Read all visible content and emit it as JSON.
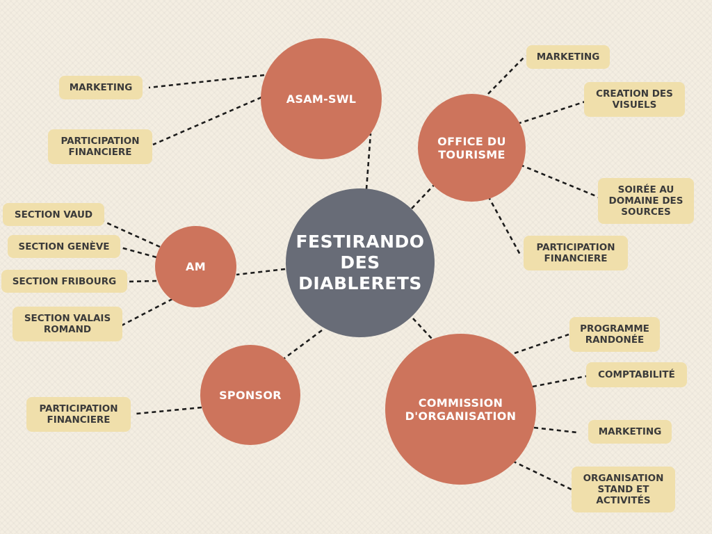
{
  "center": {
    "label": "FESTIRANDO\nDES\nDIABLERETS"
  },
  "hubs": {
    "asam": {
      "label": "ASAM-SWL"
    },
    "office": {
      "label": "OFFICE DU\nTOURISME"
    },
    "am": {
      "label": "AM"
    },
    "sponsor": {
      "label": "SPONSOR"
    },
    "commission": {
      "label": "COMMISSION\nD'ORGANISATION"
    }
  },
  "leaves": {
    "asam_marketing": "MARKETING",
    "asam_participation": "PARTICIPATION\nFINANCIERE",
    "office_marketing": "MARKETING",
    "office_visuels": "CREATION DES\nVISUELS",
    "office_soiree": "SOIRÉE AU\nDOMAINE DES\nSOURCES",
    "office_participation": "PARTICIPATION\nFINANCIERE",
    "am_vaud": "SECTION VAUD",
    "am_geneve": "SECTION GENÈVE",
    "am_fribourg": "SECTION FRIBOURG",
    "am_valais": "SECTION VALAIS\nROMAND",
    "sponsor_participation": "PARTICIPATION\nFINANCIERE",
    "com_programme": "PROGRAMME\nRANDONÉE",
    "com_comptabilite": "COMPTABILITÉ",
    "com_marketing": "MARKETING",
    "com_stand": "ORGANISATION\nSTAND ET\nACTIVITÉS"
  },
  "colors": {
    "background": "#f4eee2",
    "hub": "#cd745c",
    "center": "#686c77",
    "leaf": "#f0dfab",
    "connector": "#1c1c1c"
  }
}
